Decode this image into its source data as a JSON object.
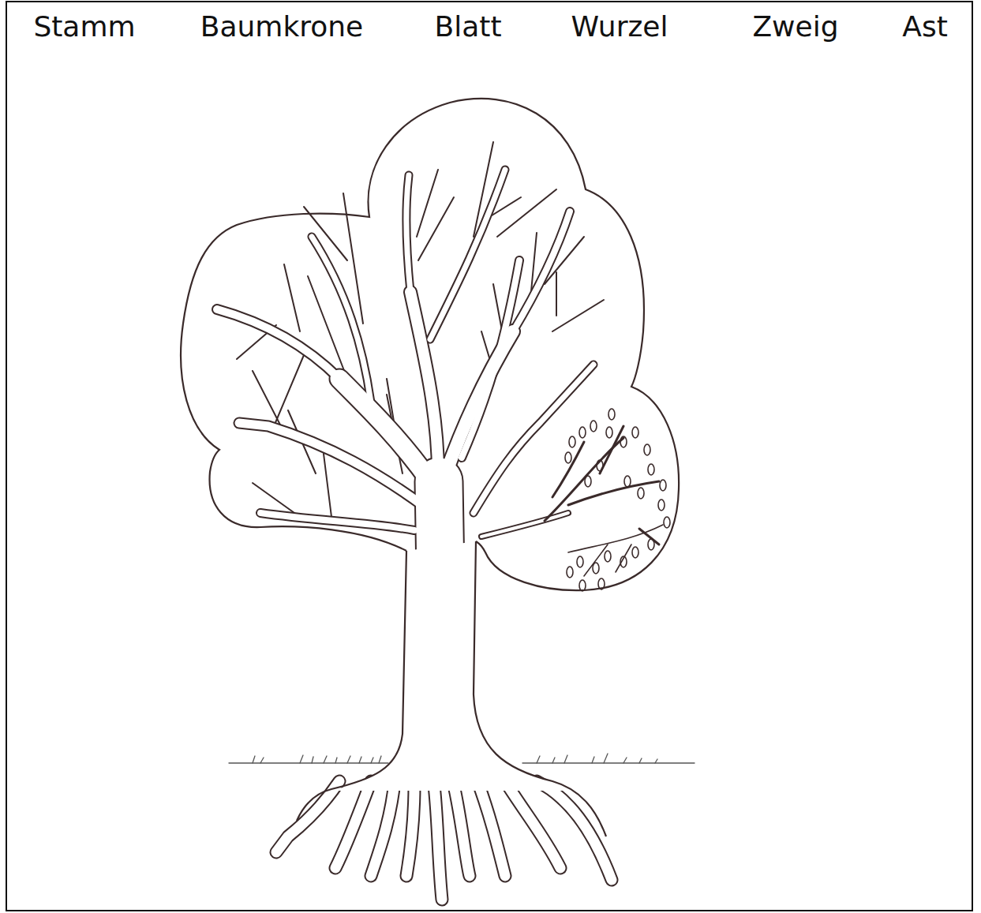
{
  "diagram": {
    "labels": [
      "Stamm",
      "Baumkrone",
      "Blatt",
      "Wurzel",
      "Zweig",
      "Ast"
    ]
  }
}
